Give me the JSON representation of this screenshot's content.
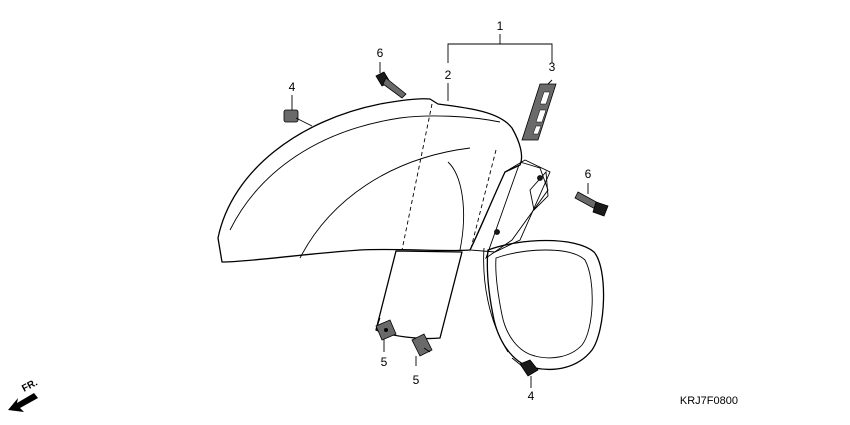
{
  "diagram": {
    "callouts": {
      "assembly": "1",
      "fender": "2",
      "garnish": "3",
      "screw_upper_left": "4",
      "screw_lower_right": "4",
      "clip_left": "5",
      "clip_right": "5",
      "bolt_top": "6",
      "bolt_right": "6"
    },
    "direction_label": "FR.",
    "drawing_code": "KRJ7F0800"
  }
}
